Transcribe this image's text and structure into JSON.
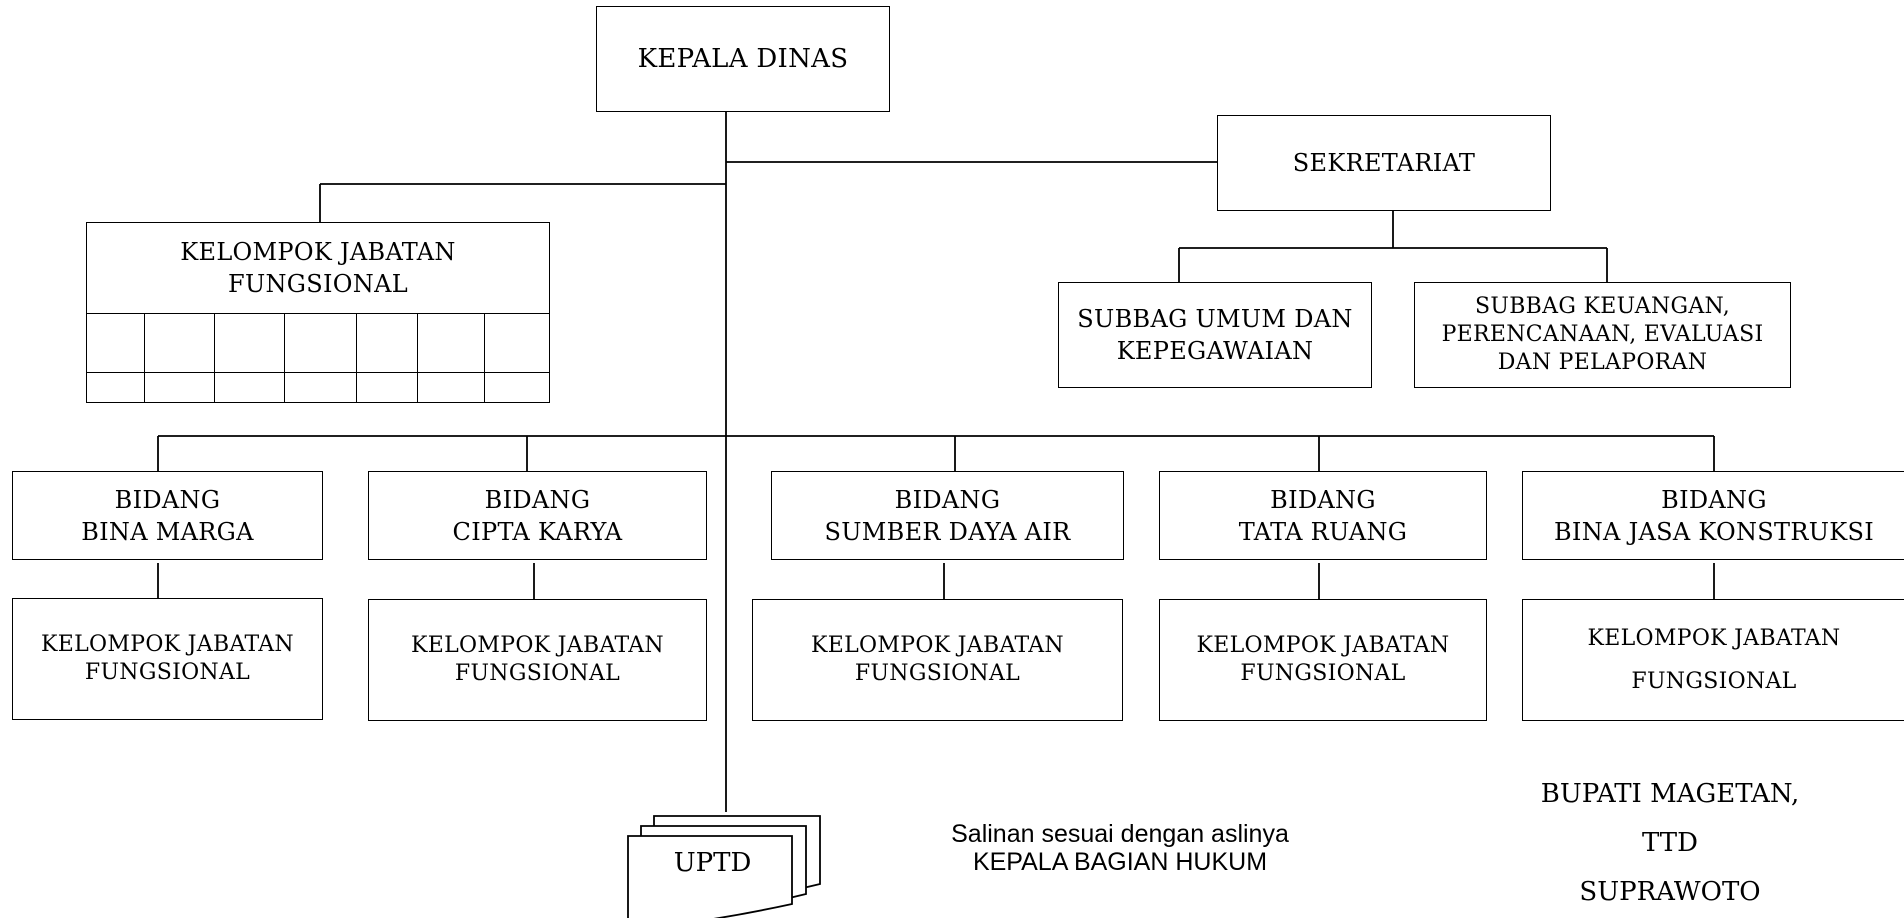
{
  "kepala": "KEPALA DINAS",
  "sekretariat": "SEKRETARIAT",
  "kjf_top": {
    "line1": "KELOMPOK JABATAN",
    "line2": "FUNGSIONAL"
  },
  "subbag_umum": {
    "line1": "SUBBAG UMUM DAN",
    "line2": "KEPEGAWAIAN"
  },
  "subbag_keuangan": {
    "line1": "SUBBAG KEUANGAN,",
    "line2": "PERENCANAAN,  EVALUASI",
    "line3": "DAN PELAPORAN"
  },
  "bidang": [
    {
      "line1": "BIDANG",
      "line2": "BINA MARGA"
    },
    {
      "line1": "BIDANG",
      "line2": "CIPTA KARYA"
    },
    {
      "line1": "BIDANG",
      "line2": "SUMBER DAYA AIR"
    },
    {
      "line1": "BIDANG",
      "line2": "TATA RUANG"
    },
    {
      "line1": "BIDANG",
      "line2": "BINA JASA KONSTRUKSI"
    }
  ],
  "kjf": [
    {
      "line1": "KELOMPOK JABATAN",
      "line2": "FUNGSIONAL"
    },
    {
      "line1": "KELOMPOK JABATAN",
      "line2": "FUNGSIONAL"
    },
    {
      "line1": "KELOMPOK JABATAN",
      "line2": "FUNGSIONAL"
    },
    {
      "line1": "KELOMPOK JABATAN",
      "line2": "FUNGSIONAL"
    },
    {
      "line1": "KELOMPOK JABATAN",
      "line2": "FUNGSIONAL"
    }
  ],
  "uptd": "UPTD",
  "salinan": {
    "line1": "Salinan sesuai dengan aslinya",
    "line2": "KEPALA BAGIAN HUKUM"
  },
  "bupati": {
    "line1": "BUPATI MAGETAN,",
    "line2": "TTD",
    "line3": "SUPRAWOTO"
  }
}
